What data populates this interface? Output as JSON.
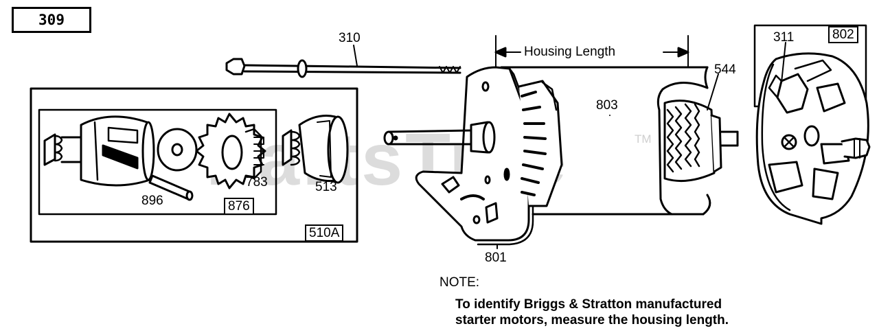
{
  "figure_number": "309",
  "watermark": "PartsTree",
  "trademark": "TM",
  "dimension_label": "Housing Length",
  "parts": {
    "p310": "310",
    "p311": "311",
    "p802": "802",
    "p544": "544",
    "p803": "803",
    "p783": "783",
    "p513": "513",
    "p896": "896",
    "p876": "876",
    "p510a": "510A",
    "p801": "801"
  },
  "note": {
    "heading": "NOTE:",
    "line1": "To identify Briggs & Stratton manufactured",
    "line2": "starter motors, measure the housing length."
  }
}
